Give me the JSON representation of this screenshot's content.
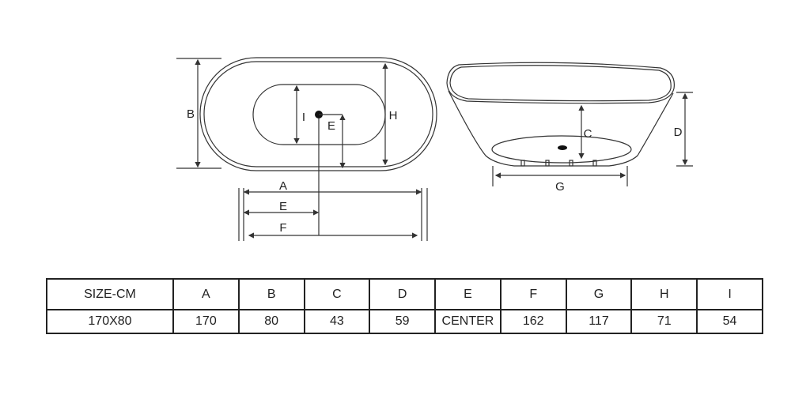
{
  "diagram": {
    "top_view_labels": {
      "b": "B",
      "i": "I",
      "e": "E",
      "h": "H",
      "a": "A",
      "e2": "E",
      "f": "F"
    },
    "side_view_labels": {
      "c": "C",
      "d": "D",
      "g": "G"
    }
  },
  "table": {
    "headers": [
      "SIZE-CM",
      "A",
      "B",
      "C",
      "D",
      "E",
      "F",
      "G",
      "H",
      "I"
    ],
    "values": [
      "170X80",
      "170",
      "80",
      "43",
      "59",
      "CENTER",
      "162",
      "117",
      "71",
      "54"
    ]
  }
}
